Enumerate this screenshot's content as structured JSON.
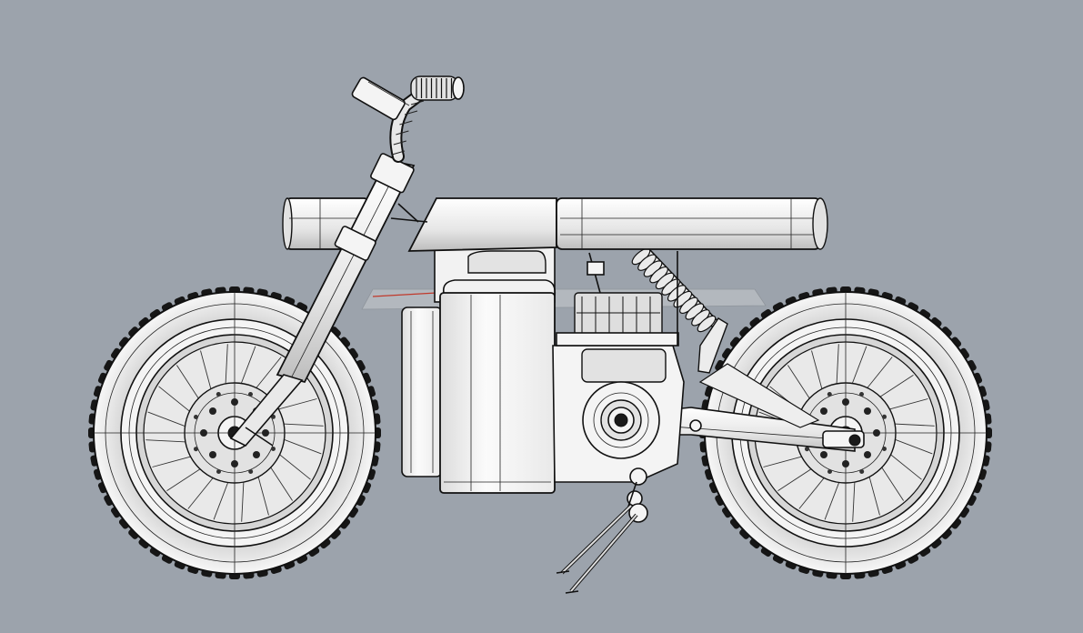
{
  "viewport": {
    "background": "#9ca3ac",
    "accent_line": "#c0392b",
    "display_mode": "technical-wireframe",
    "view": "side-elevation"
  },
  "model": {
    "subject": "motorcycle",
    "parts": [
      "front-wheel",
      "rear-wheel",
      "front-fork",
      "handlebar",
      "headlight",
      "frame-tube",
      "battery-box",
      "motor",
      "rear-shock",
      "swingarm",
      "kickstand"
    ]
  }
}
